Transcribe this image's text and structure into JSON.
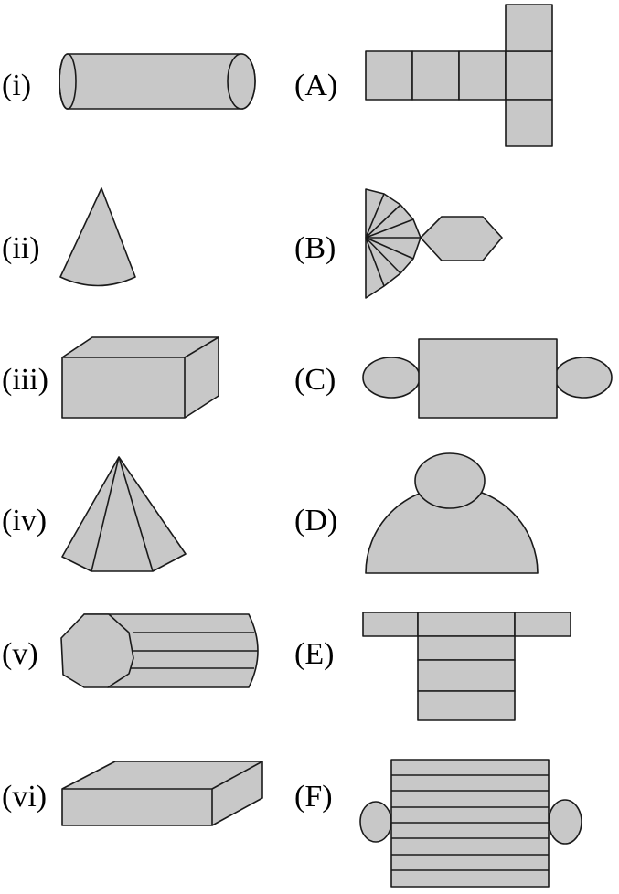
{
  "left_labels": [
    "(i)",
    "(ii)",
    "(iii)",
    "(iv)",
    "(v)",
    "(vi)"
  ],
  "right_labels": [
    "(A)",
    "(B)",
    "(C)",
    "(D)",
    "(E)",
    "(F)"
  ],
  "shapes": {
    "solids": [
      "cylinder",
      "cone",
      "cuboid",
      "hexagonal-pyramid",
      "octagonal-prism",
      "flat-cuboid"
    ],
    "nets": [
      "cube-net",
      "pyramid-net",
      "cylinder-net",
      "cone-net",
      "cuboid-net",
      "prism-net"
    ]
  },
  "colors": {
    "fill": "#c8c8c8",
    "stroke": "#1a1a1a",
    "text": "#000000"
  }
}
